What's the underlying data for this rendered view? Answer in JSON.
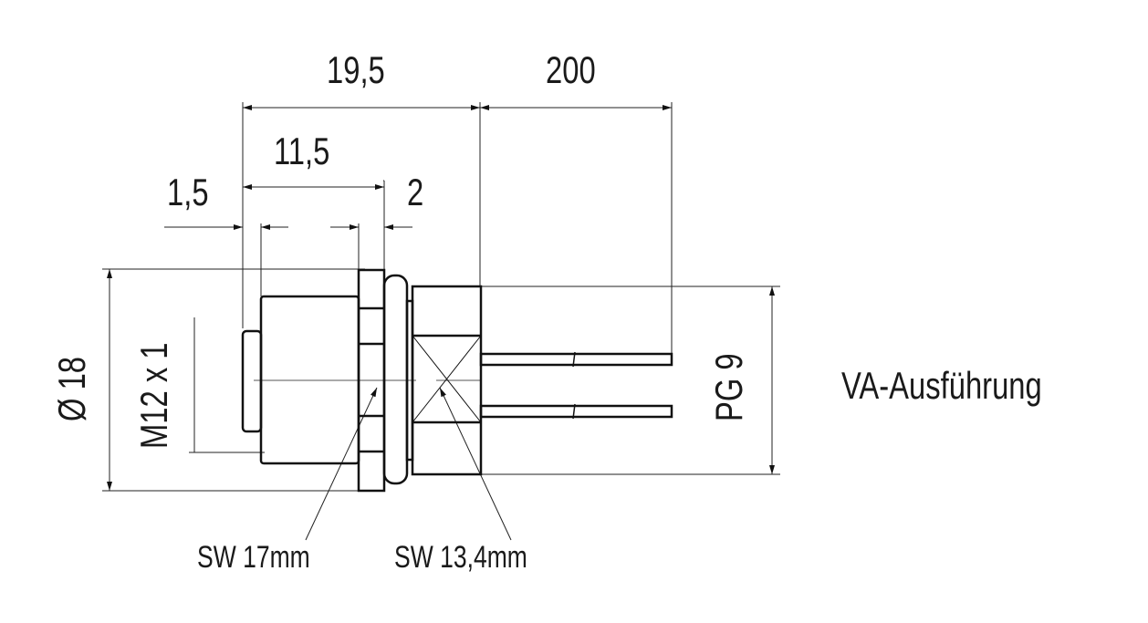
{
  "dimensions": {
    "overall_length": "19,5",
    "cable_length": "200",
    "body_length": "11,5",
    "front_offset": "1,5",
    "flange_thickness": "2",
    "outer_diameter": "Ø 18",
    "thread": "M12 x 1",
    "cable_gland": "PG 9"
  },
  "callouts": {
    "flange_wrench": "SW 17mm",
    "nut_wrench": "SW 13,4mm"
  },
  "variant_label": "VA-Ausführung"
}
